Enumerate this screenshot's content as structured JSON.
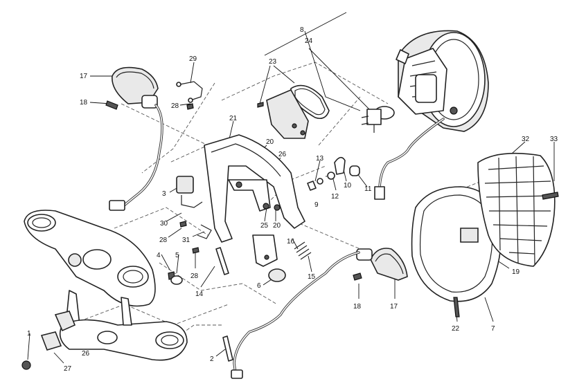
{
  "callouts": {
    "c1": "1",
    "c2": "2",
    "c3": "3",
    "c4": "4",
    "c5": "5",
    "c6": "6",
    "c7": "7",
    "c8": "8",
    "c9": "9",
    "c10": "10",
    "c11": "11",
    "c12": "12",
    "c13": "13",
    "c14": "14",
    "c15": "15",
    "c16": "16",
    "c17_left": "17",
    "c17_right": "17",
    "c18_left": "18",
    "c18_right": "18",
    "c19": "19",
    "c20_a": "20",
    "c20_b": "20",
    "c21": "21",
    "c22": "22",
    "c23": "23",
    "c24": "24",
    "c25": "25",
    "c26_a": "26",
    "c26_b": "26",
    "c27": "27",
    "c28_a": "28",
    "c28_b": "28",
    "c28_c": "28",
    "c29": "29",
    "c30": "30",
    "c31": "31",
    "c32": "32",
    "c33": "33"
  }
}
